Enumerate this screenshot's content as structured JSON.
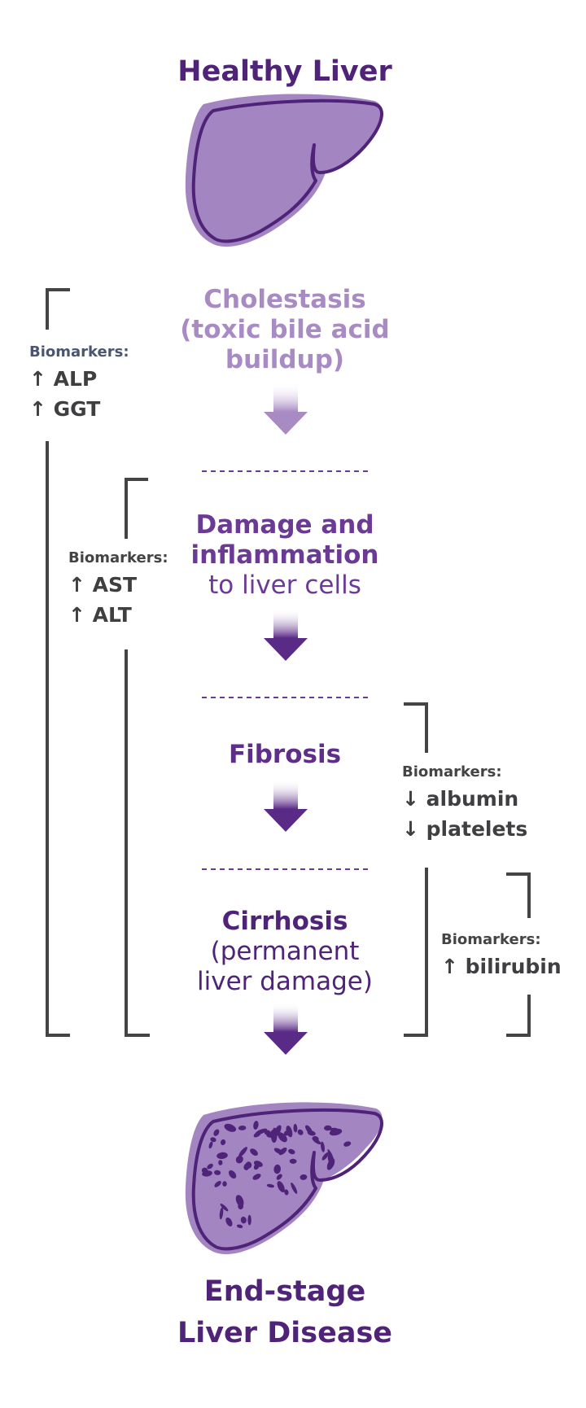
{
  "colors": {
    "dark_purple": "#4f2378",
    "mid_purple": "#6b3a94",
    "light_purple": "#a98bc4",
    "liver_fill": "#a385c2",
    "bracket_gray": "#444444",
    "biomarker_head_blue": "#4a5670"
  },
  "top": {
    "title": "Healthy Liver",
    "icon": "healthy-liver-icon"
  },
  "stages": [
    {
      "id": "cholestasis",
      "lines": [
        "Cholestasis",
        "(toxic bile acid",
        "buildup)"
      ]
    },
    {
      "id": "damage",
      "lines": [
        "Damage and",
        "inflammation",
        "to liver cells"
      ]
    },
    {
      "id": "fibrosis",
      "lines": [
        "Fibrosis"
      ]
    },
    {
      "id": "cirrhosis",
      "lines": [
        "Cirrhosis",
        "(permanent",
        "liver damage)"
      ]
    }
  ],
  "biomarker_groups": [
    {
      "id": "cholestasis",
      "heading": "Biomarkers:",
      "items": [
        {
          "dir": "up",
          "label": "ALP"
        },
        {
          "dir": "up",
          "label": "GGT"
        }
      ]
    },
    {
      "id": "damage",
      "heading": "Biomarkers:",
      "items": [
        {
          "dir": "up",
          "label": "AST"
        },
        {
          "dir": "up",
          "label": "ALT"
        }
      ]
    },
    {
      "id": "fibrosis",
      "heading": "Biomarkers:",
      "items": [
        {
          "dir": "down",
          "label": "albumin"
        },
        {
          "dir": "down",
          "label": "platelets"
        }
      ]
    },
    {
      "id": "cirrhosis",
      "heading": "Biomarkers:",
      "items": [
        {
          "dir": "up",
          "label": "bilirubin"
        }
      ]
    }
  ],
  "bottom": {
    "title_lines": [
      "End-stage",
      "Liver Disease"
    ],
    "icon": "diseased-liver-icon"
  }
}
